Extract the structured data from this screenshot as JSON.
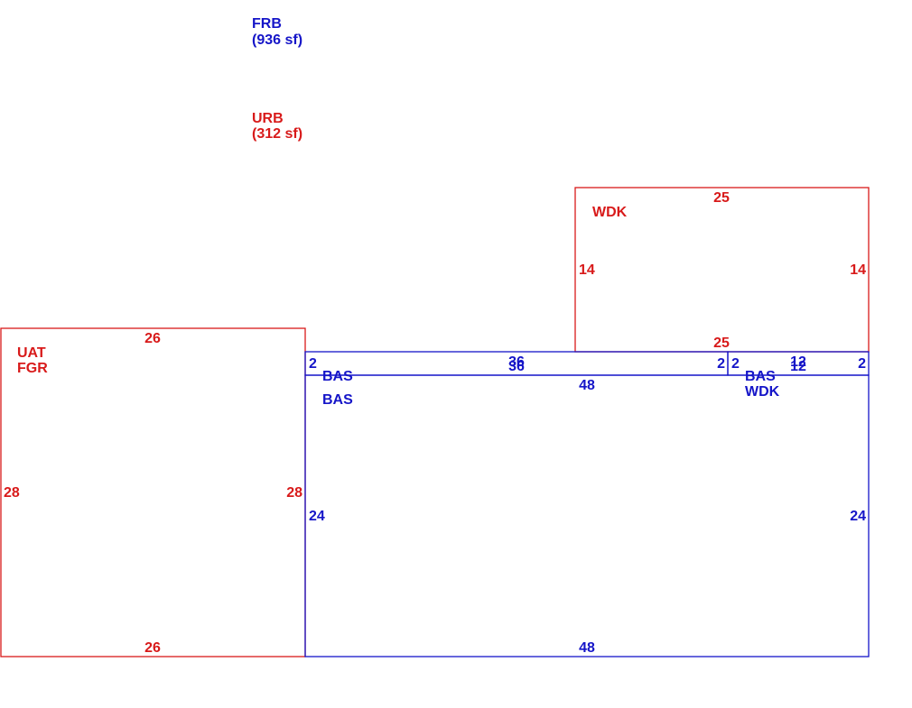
{
  "colors": {
    "blue": "#1515c8",
    "red": "#d81a1a"
  },
  "legend": {
    "frb": {
      "code": "FRB",
      "area": "(936 sf)"
    },
    "urb": {
      "code": "URB",
      "area": "(312 sf)"
    }
  },
  "garage": {
    "codes": [
      "UAT",
      "FGR"
    ],
    "dims": {
      "top": "26",
      "bottom": "26",
      "left": "28",
      "right": "28"
    }
  },
  "deck": {
    "code": "WDK",
    "dims": {
      "top": "25",
      "bottom": "25",
      "left": "14",
      "right": "14"
    }
  },
  "main": {
    "codes": [
      "BAS",
      "BAS"
    ],
    "dims": {
      "top": "48",
      "bottom": "48",
      "left": "24",
      "right": "24"
    }
  },
  "strip_left": {
    "dims": {
      "top": "36",
      "bottom": "36",
      "left": "2",
      "right": "2"
    }
  },
  "strip_right": {
    "codes": [
      "BAS",
      "WDK"
    ],
    "dims": {
      "top": "12",
      "bottom": "12",
      "left": "2",
      "right": "2"
    }
  }
}
